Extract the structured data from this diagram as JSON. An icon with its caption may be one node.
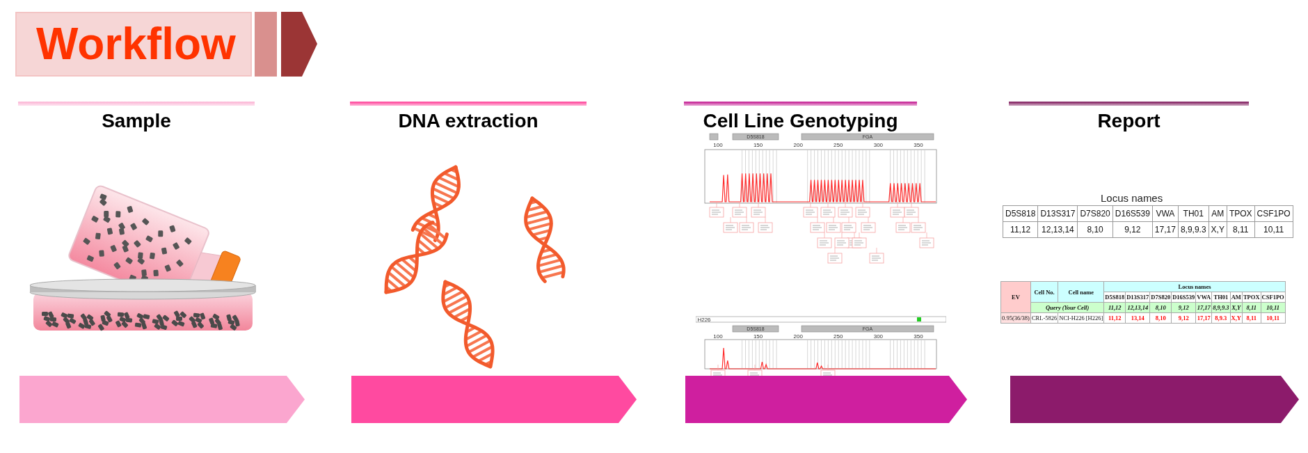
{
  "diagram": {
    "title": "Workflow",
    "nodes": [
      {
        "text": [],
        "shape": "chevron"
      },
      {
        "text": [],
        "shape": "chevron"
      },
      {
        "text": [],
        "shape": "chevron"
      },
      {
        "text": [],
        "shape": "chevron"
      }
    ],
    "labels": [
      "Sample",
      "DNA extraction",
      "Cell Line Genotyping",
      "Report",
      "D5S818",
      "FGA",
      "100",
      "150",
      "200",
      "250",
      "300",
      "350",
      "H226",
      "D5S818",
      "FGA",
      "100",
      "150",
      "200",
      "250",
      "300",
      "350",
      "Locus names",
      "D5S818",
      "D13S317",
      "D7S820",
      "D16S539",
      "VWA",
      "TH01",
      "AM",
      "TPOX",
      "CSF1PO",
      "11,12",
      "12,13,14",
      "8,10",
      "9,12",
      "17,17",
      "8,9,9.3",
      "X,Y",
      "8,11",
      "10,11",
      "EV",
      "Cell No.",
      "Cell name",
      "Locus names",
      "D5S818",
      "D13S317",
      "D7S820",
      "D16S539",
      "VWA",
      "TH01",
      "AM",
      "TPOX",
      "CSF1PO",
      "Query (Your Cell)",
      "11,12",
      "12,13,14",
      "8,10",
      "9,12",
      "17,17",
      "8,9,9.3",
      "X,Y",
      "8,11",
      "10,11",
      "0.95(36/38)",
      "CRL-5826",
      "NCI-H226 [H226]",
      "11,12",
      "13,14",
      "8,10",
      "9,12",
      "17,17",
      "8,9.3",
      "X,Y",
      "8,11",
      "10,11"
    ]
  }
}
